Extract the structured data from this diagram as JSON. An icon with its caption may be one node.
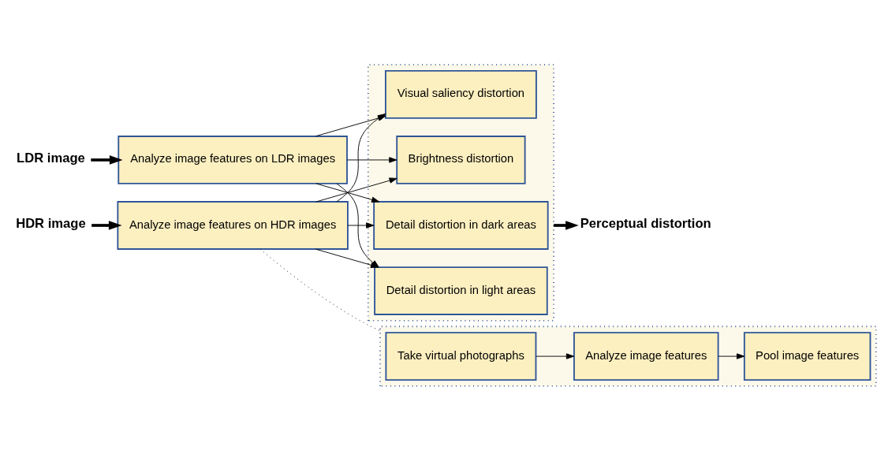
{
  "diagram": {
    "nodes": [
      {
        "text": [
          "LDR image"
        ]
      },
      {
        "text": [
          "Analyze image features on LDR images"
        ]
      },
      {
        "text": [
          "HDR image"
        ]
      },
      {
        "text": [
          "Analyze image features on HDR images"
        ]
      },
      {
        "text": [],
        "shape": "box"
      },
      {
        "text": [
          "Brightness distortion"
        ],
        "in": 4
      },
      {
        "text": [
          "Visual saliency distortion"
        ],
        "in": 4
      },
      {
        "text": [
          "Detail distortion in light areas"
        ],
        "in": 4
      },
      {
        "text": [
          "Detail distortion in dark areas"
        ],
        "in": 4
      },
      {
        "text": [
          "Perceptual distortion"
        ]
      },
      {
        "text": [],
        "shape": "box"
      },
      {
        "text": [
          "Take virtual photographs"
        ],
        "in": 10
      },
      {
        "text": [
          "Analyze image features"
        ],
        "in": 10
      },
      {
        "text": [
          "Pool image features"
        ],
        "in": 10
      }
    ],
    "edges": [
      {
        "from": 0,
        "to": 1,
        "arrow": "to",
        "style": "thick"
      },
      {
        "from": 2,
        "to": 3,
        "arrow": "to",
        "style": "thick"
      },
      {
        "from": 1,
        "to": 5,
        "arrow": "to"
      },
      {
        "from": 1,
        "to": 6,
        "arrow": "to"
      },
      {
        "from": 1,
        "to": 7,
        "arrow": "to"
      },
      {
        "from": 1,
        "to": 8,
        "arrow": "to"
      },
      {
        "from": 3,
        "to": 5,
        "arrow": "to"
      },
      {
        "from": 3,
        "to": 6,
        "arrow": "to"
      },
      {
        "from": 3,
        "to": 7,
        "arrow": "to"
      },
      {
        "from": 3,
        "to": 8,
        "arrow": "to"
      },
      {
        "from": 4,
        "to": 9,
        "arrow": "to",
        "style": "thick"
      },
      {
        "from": 3,
        "to": 10,
        "arrow": "none",
        "style": "dashed"
      },
      {
        "from": 11,
        "to": 12,
        "arrow": "to"
      },
      {
        "from": 12,
        "to": 13,
        "arrow": "to"
      }
    ]
  }
}
